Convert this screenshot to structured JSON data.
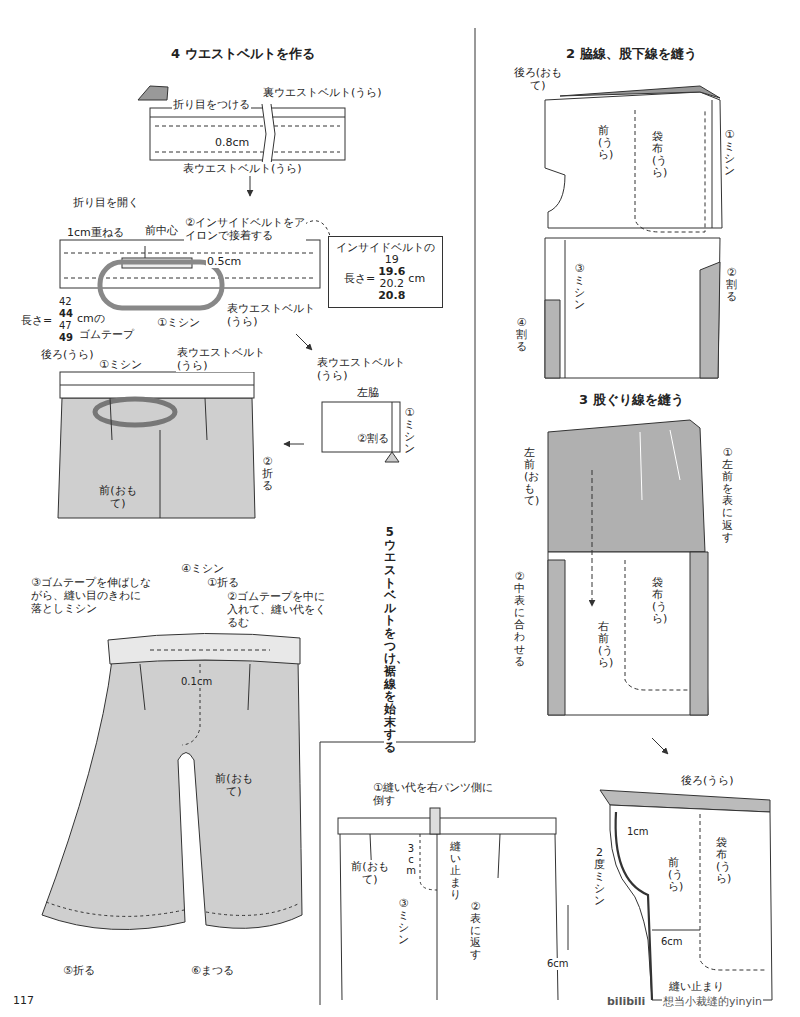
{
  "diagram": {
    "nodes": [
      {
        "text": [
          "インサイドベルトの",
          "長さ=",
          "19",
          "19.6",
          "20.2",
          "20.8",
          "cm"
        ]
      }
    ],
    "labels": [
      "4 ウエストベルトを作る",
      "折り目をつける",
      "裏ウエストベルト(うら)",
      "0.8cm",
      "表ウエストベルト(うら)",
      "折り目を開く",
      "1cm重ねる",
      "前中心",
      "②インサイドベルトをアイロンで接着する",
      "0.5cm",
      "42",
      "44",
      "47",
      "49",
      "長さ=",
      "cmの",
      "ゴムテープ",
      "①ミシン",
      "表ウエストベルト(うら)",
      "後ろ(うら)",
      "①ミシン",
      "表ウエストベルト(うら)",
      "表ウエストベルト(うら)",
      "左脇",
      "①ミシン",
      "②割る",
      "②折る",
      "前(おもて)",
      "5 ウエストベルトをつけ、裾線を始末する",
      "④ミシン",
      "①折る",
      "③ゴムテープを伸ばしながら、縫い目のきわに落としミシン",
      "②ゴムテープを中に入れて、縫い代をくるむ",
      "0.1cm",
      "前(おもて)",
      "⑤折る",
      "⑥まつる",
      "①縫い代を右パンツ側に倒す",
      "縫い止まり",
      "3cm",
      "③ミシン",
      "②表に返す",
      "前(おもて)",
      "2 脇線、股下線を縫う",
      "後ろ(おもて)",
      "前(うら)",
      "袋布(うら)",
      "①ミシン",
      "③ミシン",
      "②割る",
      "④割る",
      "3 股ぐり線を縫う",
      "左前(おもて)",
      "①左前を表に返す",
      "②中表に合わせる",
      "袋布(うら)",
      "右前(うら)",
      "後ろ(うら)",
      "1cm",
      "前(うら)",
      "袋布(うら)",
      "2度ミシン",
      "6cm",
      "6cm",
      "縫い止まり",
      "117",
      "bilibili",
      "想当小裁缝的yinyin"
    ]
  }
}
